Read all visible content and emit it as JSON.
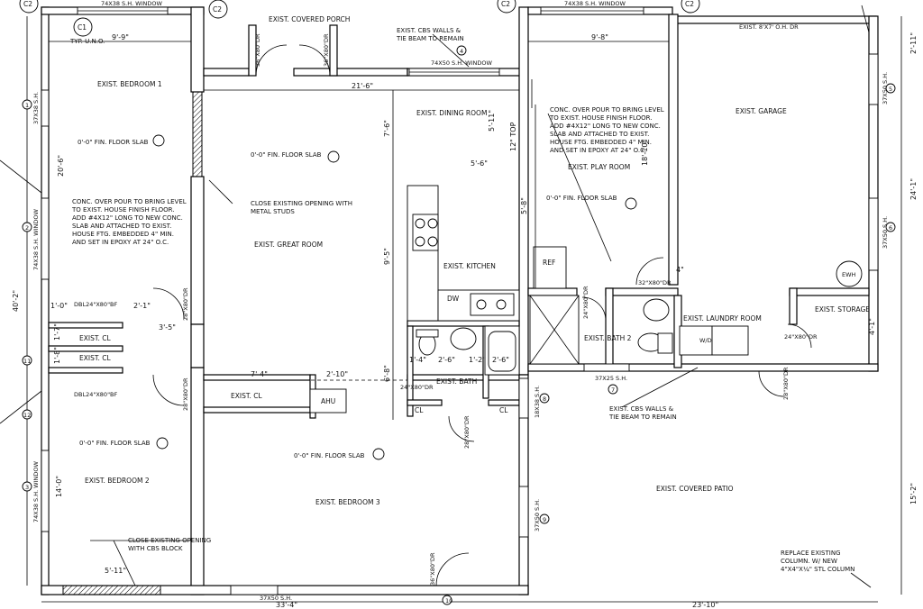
{
  "grid_bubbles": {
    "c1": "C1",
    "c2": "C2"
  },
  "rooms": {
    "bedroom1": "EXIST. BEDROOM 1",
    "bedroom2": "EXIST. BEDROOM 2",
    "bedroom3": "EXIST. BEDROOM 3",
    "great_room": "EXIST. GREAT ROOM",
    "dining_room": "EXIST. DINING ROOM",
    "kitchen": "EXIST. KITCHEN",
    "play_room": "EXIST. PLAY ROOM",
    "garage": "EXIST. GARAGE",
    "laundry": "EXIST. LAUNDRY ROOM",
    "storage": "EXIST. STORAGE",
    "bath": "EXIST. BATH",
    "bath2": "EXIST. BATH 2",
    "covered_porch": "EXIST. COVERED PORCH",
    "covered_patio": "EXIST. COVERED PATIO",
    "cl1": "EXIST. CL",
    "cl2": "EXIST. CL",
    "cl3": "EXIST. CL",
    "cl_bath_left": "CL",
    "cl_bath_right": "CL",
    "ahu": "AHU",
    "ref": "REF",
    "dw": "DW",
    "wd": "W/D",
    "ewh": "EWH"
  },
  "windows": {
    "top_left": "74X38 S.H. WINDOW",
    "top_mid": "74X38 S.H. WINDOW",
    "dining": "74X50 S.H. WINDOW",
    "left1": "37X38 S.H.",
    "left2": "74X38 S.H. WINDOW",
    "left3": "74X38 S.H. WINDOW",
    "bottom": "37X50 S.H.",
    "bath2": "37X25 S.H.",
    "bath_s": "18X38 S.H.",
    "patio": "37X50 S.H.",
    "garage1": "37X50 S.H.",
    "garage2": "37X50 S.H.",
    "oh_door": "EXIST. 8'X7' O.H. DR"
  },
  "doors": {
    "porch_left": "36\"X80\"DR",
    "porch_right": "36\"X80\"DR",
    "dbl_top": "DBL24\"X80\"BF",
    "dbl_bot": "DBL24\"X80\"BF",
    "bed1": "28\"X80\"DR",
    "bed2": "28\"X80\"DR",
    "bath": "24\"X80\"DR",
    "bath_cl": "28\"X80\"DR",
    "bath2": "24\"X80\"DR",
    "laundry": "32\"X80\"DR",
    "storage": "24\"X80\"DR",
    "patio": "28\"X80\"DR",
    "bed3": "36\"X80\"DR"
  },
  "notes": {
    "floor_slab": "0'-0\" FIN. FLOOR SLAB",
    "typ": "TYP. U.N.O.",
    "conc_left": [
      "CONC. OVER POUR TO BRING LEVEL",
      "TO EXIST. HOUSE FINISH FLOOR.",
      "ADD #4X12\" LONG TO NEW CONC.",
      "SLAB AND ATTACHED TO EXIST.",
      "HOUSE FTG. EMBEDDED 4\" MIN.",
      "AND SET IN EPOXY AT 24\" O.C."
    ],
    "conc_right": [
      "CONC. OVER POUR TO BRING LEVEL",
      "TO EXIST. HOUSE FINISH FLOOR.",
      "ADD #4X12\" LONG TO NEW CONC.",
      "SLAB AND ATTACHED TO EXIST.",
      "HOUSE FTG. EMBEDDED 4\" MIN.",
      "AND SET IN EPOXY AT 24\" O.C."
    ],
    "close_metal": [
      "CLOSE EXISTING OPENING WITH",
      "METAL STUDS"
    ],
    "close_cbs": [
      "CLOSE EXISTING OPENING",
      "WITH CBS BLOCK"
    ],
    "cbs_top": [
      "EXIST. CBS WALLS &",
      "TIE BEAM TO REMAIN"
    ],
    "cbs_bottom": [
      "EXIST. CBS WALLS &",
      "TIE BEAM TO REMAIN"
    ],
    "replace_column": [
      "REPLACE EXISTING",
      "COLUMN. W/ NEW",
      "4\"X4\"X¼\" STL COLUMN"
    ]
  },
  "dimensions": {
    "d9_9": "9'-9\"",
    "d9_8": "9'-8\"",
    "d21_6": "21'-6\"",
    "d20_6": "20'-6\"",
    "d40_2": "40'-2\"",
    "d7_6": "7'-6\"",
    "d5_11": "5'-11\"",
    "d12_top": "12\" TOP",
    "d5_6": "5'-6\"",
    "d5_8": "5'-8\"",
    "d9_5": "9'-5\"",
    "d6_8": "6'-8\"",
    "d18_10": "18'-10\"",
    "d2_1a": "2'-1\"",
    "d3_5": "3'-5\"",
    "d1_0": "1'-0\"",
    "d1_7": "1'-7\"",
    "d1_8": "1'-8\"",
    "d7_4": "7'-4\"",
    "d2_10": "2'-10\"",
    "d1_4": "1'-4\"",
    "d2_6a": "2'-6\"",
    "d1_2": "1'-2\"",
    "d2_6b": "2'-6\"",
    "d14_0": "14'-0\"",
    "d5_11b": "5'-11\"",
    "d33_4": "33'-4\"",
    "d23_10": "23'-10\"",
    "d15_2": "15'-2\"",
    "d24_1": "24'-1\"",
    "d2_11": "2'-11\"",
    "d4_1": "4'-1\"",
    "d4": "4\""
  },
  "tags": {
    "t1": "1",
    "t2": "2",
    "t3": "3",
    "t4": "4",
    "t5": "5",
    "t6": "6",
    "t7": "7",
    "t8": "8",
    "t9": "9",
    "t10": "10",
    "t11": "11",
    "t12": "12"
  },
  "colors": {
    "line": "#000000",
    "paper": "#ffffff",
    "hatch": "#000000"
  }
}
